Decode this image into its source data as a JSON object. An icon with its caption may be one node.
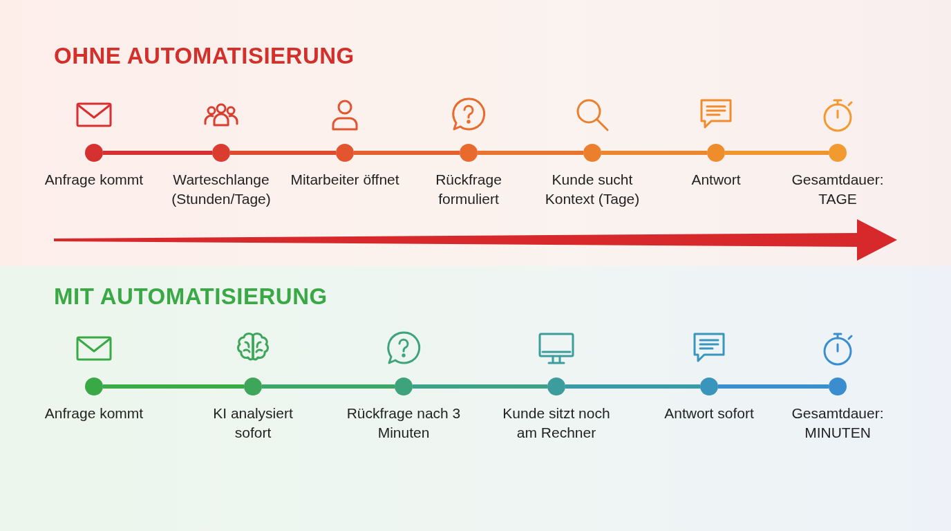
{
  "diagram": {
    "nodes": [
      {
        "text": [
          "OHNE AUTOMATISIERUNG"
        ]
      },
      {
        "text": [
          "Anfrage kommt"
        ],
        "in": 0
      },
      {
        "text": [
          "Warteschlange (Stunden/Tage)"
        ],
        "in": 0
      },
      {
        "text": [
          "Mitarbeiter öffnet"
        ],
        "in": 0
      },
      {
        "text": [
          "Rückfrage formuliert"
        ],
        "in": 0
      },
      {
        "text": [
          "Kunde sucht Kontext (Tage)"
        ],
        "in": 0
      },
      {
        "text": [
          "Antwort"
        ],
        "in": 0
      },
      {
        "text": [
          "Gesamtdauer: TAGE"
        ],
        "in": 0
      },
      {
        "text": [
          "MIT AUTOMATISIERUNG"
        ]
      },
      {
        "text": [
          "Anfrage kommt"
        ],
        "in": 8
      },
      {
        "text": [
          "KI analysiert sofort"
        ],
        "in": 8
      },
      {
        "text": [
          "Rückfrage nach 3 Minuten"
        ],
        "in": 8
      },
      {
        "text": [
          "Kunde sitzt noch am Rechner"
        ],
        "in": 8
      },
      {
        "text": [
          "Antwort sofort"
        ],
        "in": 8
      },
      {
        "text": [
          "Gesamtdauer: MINUTEN"
        ],
        "in": 8
      }
    ],
    "edges": [
      {
        "from": 1,
        "to": 2,
        "arrow": "none",
        "color": "#d63030"
      },
      {
        "from": 2,
        "to": 3,
        "arrow": "none",
        "color": "#de4a2e"
      },
      {
        "from": 3,
        "to": 4,
        "arrow": "none",
        "color": "#e5602d"
      },
      {
        "from": 4,
        "to": 5,
        "arrow": "none",
        "color": "#ea742d"
      },
      {
        "from": 5,
        "to": 6,
        "arrow": "none",
        "color": "#ee862d"
      },
      {
        "from": 6,
        "to": 7,
        "arrow": "none",
        "color": "#f0952e"
      },
      {
        "from": 9,
        "to": 10,
        "arrow": "none",
        "color": "#3daa48"
      },
      {
        "from": 10,
        "to": 11,
        "arrow": "none",
        "color": "#3fa66a"
      },
      {
        "from": 11,
        "to": 12,
        "arrow": "none",
        "color": "#3da288"
      },
      {
        "from": 12,
        "to": 13,
        "arrow": "none",
        "color": "#3b9aa8"
      },
      {
        "from": 13,
        "to": 14,
        "arrow": "none",
        "color": "#3a90cc"
      }
    ]
  }
}
